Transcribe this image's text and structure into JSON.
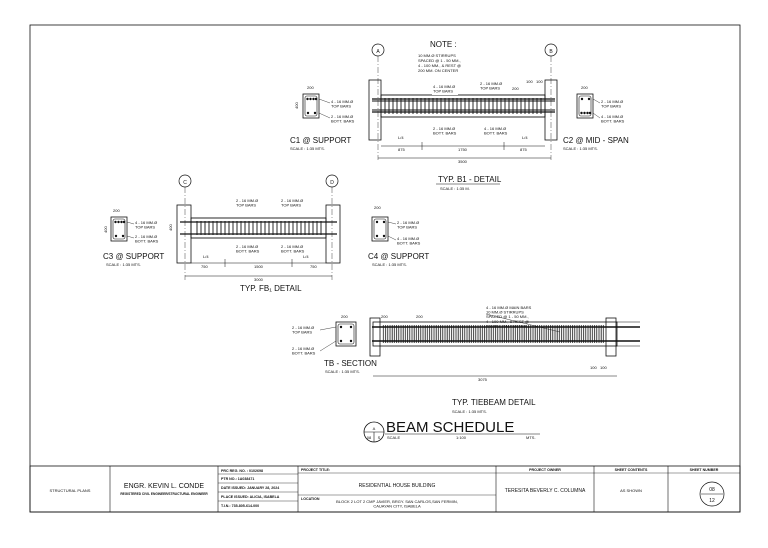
{
  "note": {
    "title": "NOTE :",
    "lines": [
      "10 MM.Ø STIRRUPS",
      "SPACED @ 1 - 50 MM.,",
      "4 - 100 MM., & REST @",
      "200 MM. ON CENTER"
    ]
  },
  "grids": {
    "a": "A",
    "b": "B",
    "c": "C",
    "d": "D"
  },
  "b1": {
    "title": "TYP. B1 - DETAIL",
    "scale": "SCALE :      1:35         M.",
    "top_bars": "4 - 16 MM.Ø\nTOP BARS",
    "top_bars_2": "2 - 16 MM.Ø\nTOP BARS",
    "bott_bars": "2 - 16 MM.Ø\nBOTT. BARS",
    "bott_bars_2": "4 - 16 MM.Ø\nBOTT. BARS",
    "dims": [
      "875",
      "1750",
      "875",
      "3500",
      "100",
      "100",
      "200",
      "L/4",
      "L/4"
    ]
  },
  "c1": {
    "title": "C1 @ SUPPORT",
    "scale": "SCALE :    1:35     MTS.",
    "dims": [
      "200",
      "400"
    ],
    "bars": [
      "4 - 16 MM.Ø\nTOP BARS",
      "2 - 16 MM.Ø\nBOTT. BARS"
    ]
  },
  "c2": {
    "title": "C2 @ MID - SPAN",
    "scale": "SCALE :    1:35     MTS.",
    "dims": [
      "200"
    ],
    "bars": [
      "2 - 16 MM.Ø\nTOP BARS",
      "4 - 16 MM.Ø\nBOTT. BARS"
    ]
  },
  "c3": {
    "title": "C3 @ SUPPORT",
    "scale": "SCALE :    1:35     MTS.",
    "dims": [
      "200",
      "400"
    ],
    "bars": [
      "4 - 16 MM.Ø\nTOP BARS",
      "2 - 16 MM.Ø\nBOTT. BARS"
    ]
  },
  "c4": {
    "title": "C4 @ SUPPORT",
    "scale": "SCALE :    1:35     MTS.",
    "dims": [
      "200"
    ],
    "bars": [
      "2 - 16 MM.Ø\nTOP BARS",
      "4 - 16 MM.Ø\nBOTT. BARS"
    ]
  },
  "fb": {
    "title": "TYP. FB₁ DETAIL",
    "top_bars": "2 - 16 MM.Ø\nTOP BARS",
    "top_bars_2": "2 - 16 MM.Ø\nTOP BARS",
    "bott_bars": "2 - 16 MM.Ø\nBOTT. BARS",
    "bott_bars_2": "2 - 16 MM.Ø\nBOTT. BARS",
    "dims": [
      "750",
      "1500",
      "750",
      "3000",
      "400",
      "L/4",
      "L/4"
    ]
  },
  "tb": {
    "title": "TB - SECTION",
    "scale": "SCALE :    1:35     MTS.",
    "dims": [
      "200",
      "200"
    ],
    "bars": [
      "2 - 16 MM.Ø\nTOP BARS",
      "2 - 16 MM.Ø\nBOTT. BARS"
    ]
  },
  "tiebeam": {
    "title": "TYP. TIEBEAM  DETAIL",
    "scale": "SCALE :       1:35        MTS.",
    "note": "4 - 16 MM.Ø MAIN BARS\n10 MM.Ø STIRRUPS\nSPACED @ 1 - 50 MM.,\n4 - 100 MM., & REST @\n200 MM. ON CENTER",
    "dims": [
      "200",
      "200",
      "100",
      "100",
      "3075"
    ]
  },
  "schedule": {
    "title": "BEAM SCHEDULE",
    "symbol_top": "A",
    "symbol_left": "08",
    "symbol_right": "S",
    "scale_label": "SCALE",
    "scale_value": "1:100",
    "unit": "MTS."
  },
  "title_block": {
    "discipline": "STRUCTURAL PLANS",
    "engineer_name": "ENGR. KEVIN L. CONDE",
    "engineer_role": "REGISTERED CIVIL ENGINEER/STRUCTURAL ENGINEER",
    "prc": "PRC REG. NO. : 0102698",
    "ptr": "PTR NO.: 1A038471",
    "date_issued": "DATE ISSUED: JANUARY 28, 2024",
    "place_issued": "PLACE ISSUED: ALICIA, ISABELA",
    "tin": "T.I.N.: 735-805-614-000",
    "project_title_label": "PROJECT TITLE:",
    "project_title": "RESIDENTIAL  HOUSE  BUILDING",
    "location_label": "LOCATION",
    "location": "BLOCK 2 LOT 2 CMP JAVIER, BRGY. SAN CARLOS,SAN FERMIN,\nCAUAYAN CITY, ISABELA",
    "owner_label": "PROJECT OWNER",
    "owner": "TERESITA BEVERLY C. COLUMNA",
    "contents_label": "SHEET CONTENTS",
    "contents": "AS SHOWN",
    "sheet_label": "SHEET NUMBER",
    "sheet_no": "08",
    "sheet_total": "12"
  }
}
